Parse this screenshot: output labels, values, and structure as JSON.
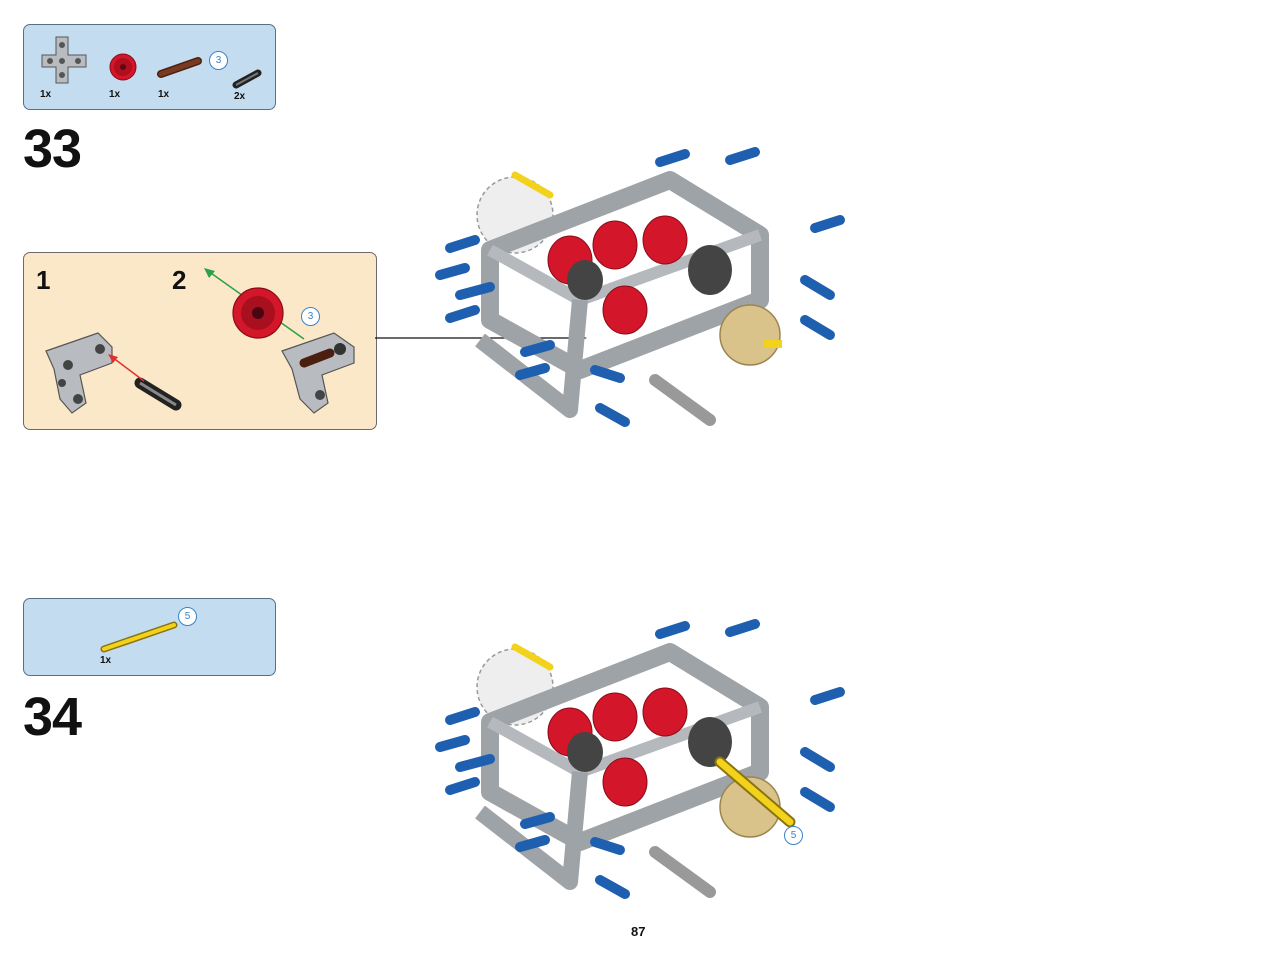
{
  "page_number": "87",
  "step33": {
    "number": "33",
    "parts": [
      {
        "icon": "beam-t-icon",
        "qty": "1x"
      },
      {
        "icon": "red-gear-icon",
        "qty": "1x"
      },
      {
        "icon": "brown-axle-icon",
        "qty": "1x",
        "callout": "3"
      },
      {
        "icon": "connector-pin-icon",
        "qty": "2x"
      }
    ],
    "substeps": {
      "first": "1",
      "second": "2",
      "callout": "3"
    }
  },
  "step34": {
    "number": "34",
    "parts": [
      {
        "icon": "yellow-axle-icon",
        "qty": "1x",
        "callout": "5"
      }
    ],
    "model_callout": "5"
  },
  "colors": {
    "parts_box_bg": "#c4dcef",
    "subassembly_bg": "#fbe8c8",
    "callout_blue": "#3a83c7",
    "gear_red": "#d3162a",
    "pin_blue": "#1f5fb0",
    "beam_gray": "#9ea3a8",
    "gear_tan": "#d9c38a",
    "axle_yellow": "#f2d21b"
  }
}
